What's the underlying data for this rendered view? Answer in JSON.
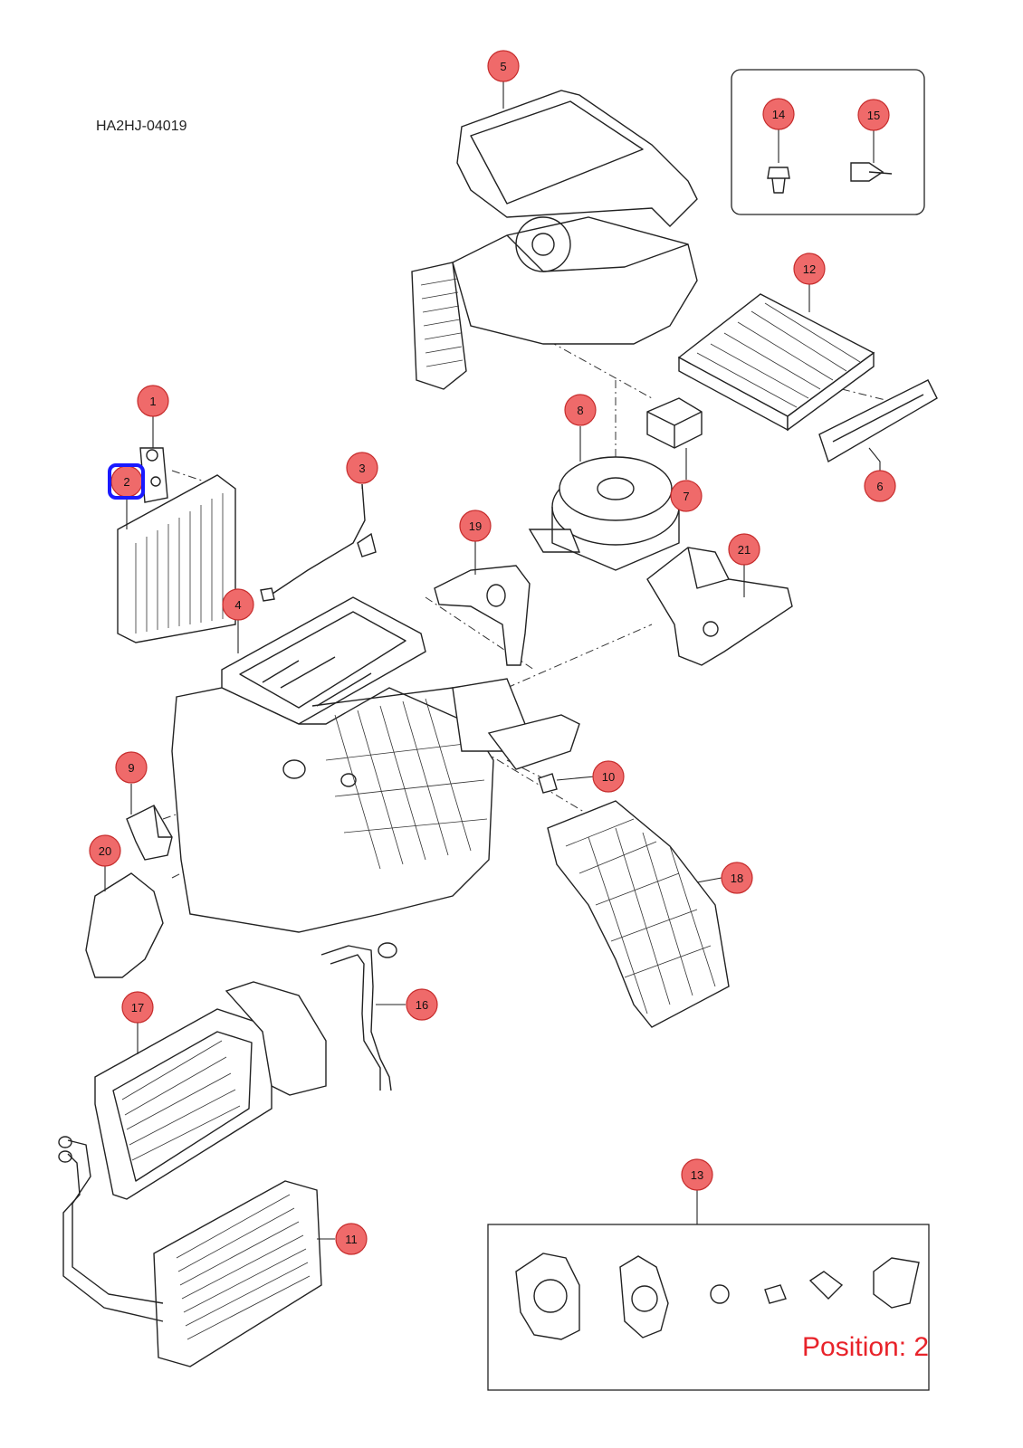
{
  "diagram": {
    "reference_code": "HA2HJ-04019",
    "position_label": "Position: 2",
    "highlight_color": "#1a1aff",
    "callout_fill": "#ef6a6a",
    "callouts": [
      {
        "id": "1",
        "label": "1"
      },
      {
        "id": "2",
        "label": "2",
        "highlighted": true
      },
      {
        "id": "3",
        "label": "3"
      },
      {
        "id": "4",
        "label": "4"
      },
      {
        "id": "5",
        "label": "5"
      },
      {
        "id": "6",
        "label": "6"
      },
      {
        "id": "7",
        "label": "7"
      },
      {
        "id": "8",
        "label": "8"
      },
      {
        "id": "9",
        "label": "9"
      },
      {
        "id": "10",
        "label": "10"
      },
      {
        "id": "11",
        "label": "11"
      },
      {
        "id": "12",
        "label": "12"
      },
      {
        "id": "13",
        "label": "13"
      },
      {
        "id": "14",
        "label": "14"
      },
      {
        "id": "15",
        "label": "15"
      },
      {
        "id": "16",
        "label": "16"
      },
      {
        "id": "17",
        "label": "17"
      },
      {
        "id": "18",
        "label": "18"
      },
      {
        "id": "19",
        "label": "19"
      },
      {
        "id": "20",
        "label": "20"
      },
      {
        "id": "21",
        "label": "21"
      }
    ]
  }
}
